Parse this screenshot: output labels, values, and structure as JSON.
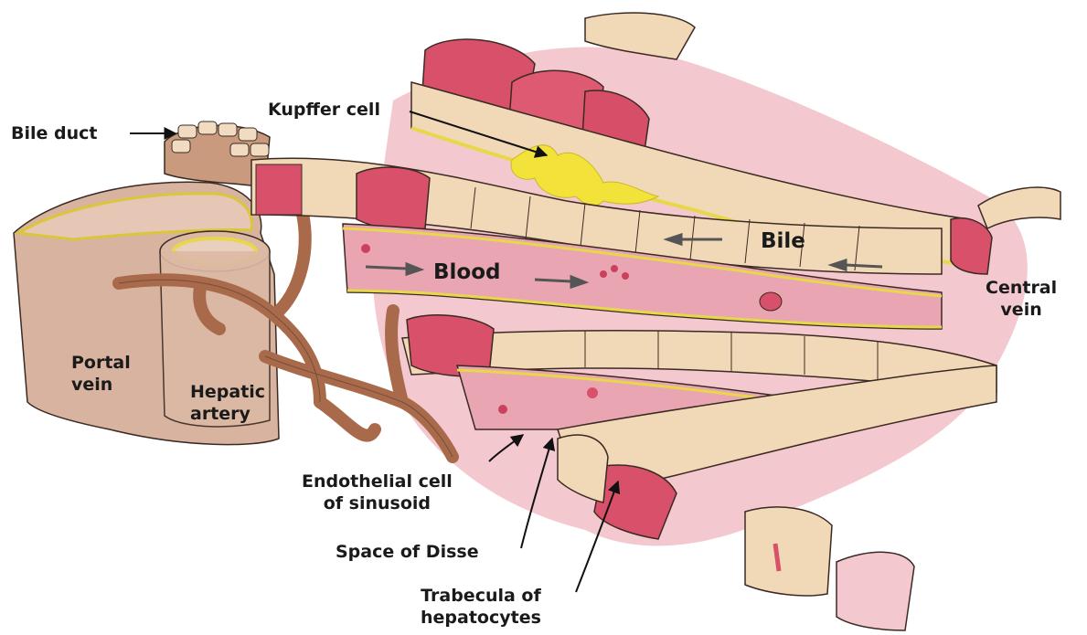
{
  "labels": {
    "bile_duct": "Bile duct",
    "kupffer_cell": "Kupffer cell",
    "bile": "Bile",
    "blood": "Blood",
    "central_vein": [
      "Central",
      "vein"
    ],
    "portal_vein": [
      "Portal",
      "vein"
    ],
    "hepatic_artery": [
      "Hepatic",
      "artery"
    ],
    "endothelial_cell": [
      "Endothelial cell",
      "of sinusoid"
    ],
    "space_of_disse": "Space of Disse",
    "trabecula": [
      "Trabecula of",
      "hepatocytes"
    ]
  },
  "colors": {
    "hepatocyte": "#f1d9b8",
    "sinusoid": "#e9a6b2",
    "tissue": "#f3c9cf",
    "red_cut": "#d9506a",
    "vein_wall": "#d8b4a0",
    "artery": "#a86a4a",
    "endothelium": "#e6d84a",
    "kupffer": "#f2e23a",
    "outline": "#3a2a22"
  }
}
